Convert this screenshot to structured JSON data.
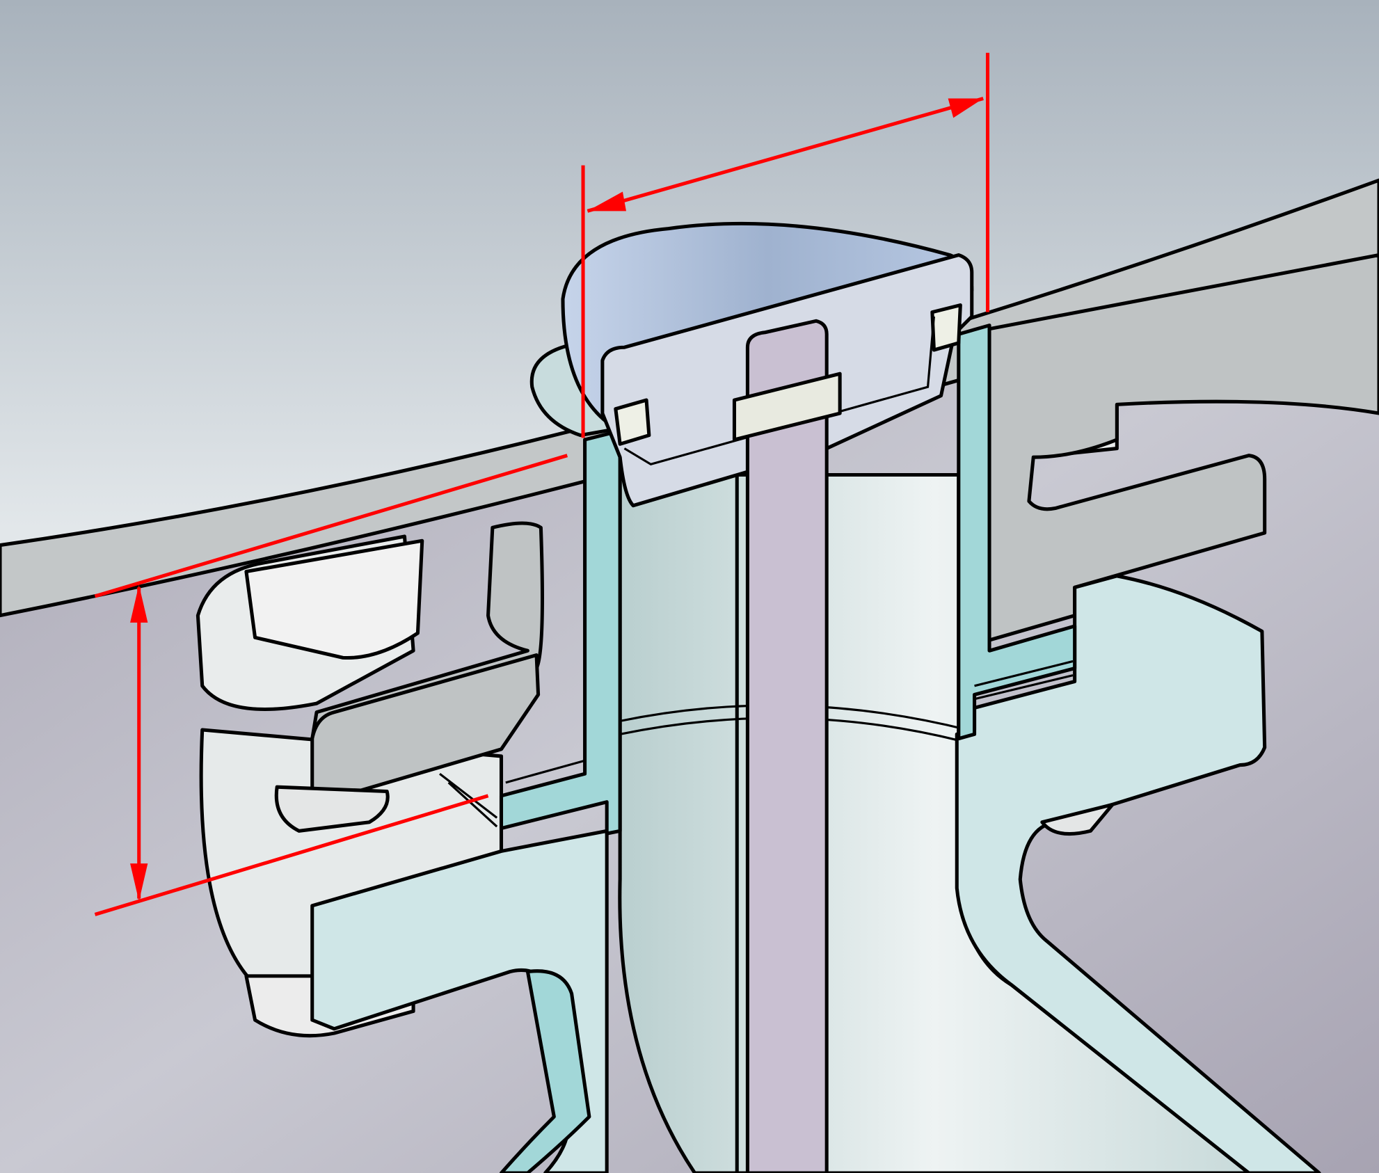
{
  "diagram": {
    "type": "cad-section-view",
    "colors": {
      "background_top": "#a8b2bc",
      "background_bottom": "#e2e7ea",
      "underside": "#9e99a8",
      "plate_edge": "#c3c7c8",
      "section_fill": "#a2d7d8",
      "part_fill": "#cfe6e7",
      "rod_fill": "#c9c0d2",
      "cap_fill": "#d6dbe6",
      "bolt_fill": "#ececec",
      "dimension": "#ff0000",
      "outline": "#000000"
    },
    "dimensions": [
      {
        "name": "cap-width"
      },
      {
        "name": "flange-height"
      }
    ]
  }
}
